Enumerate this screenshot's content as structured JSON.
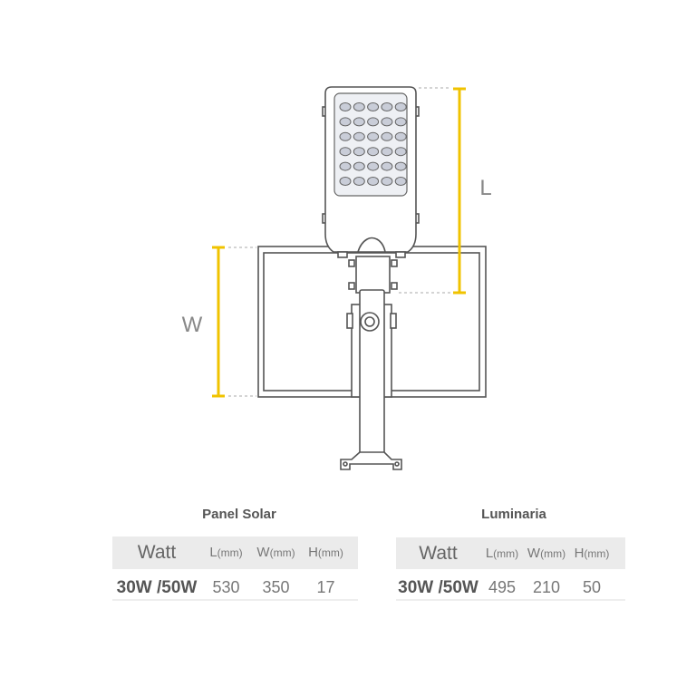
{
  "diagram": {
    "labels": {
      "length": "L",
      "width": "W"
    },
    "colors": {
      "dimension_line": "#f0c300",
      "outline": "#555555",
      "extension_line": "#bbbbbb",
      "led": "#c9cdd8"
    }
  },
  "tables": [
    {
      "title": "Panel Solar",
      "headers": [
        {
          "text": "Watt"
        },
        {
          "letter": "L",
          "unit": "(mm)"
        },
        {
          "letter": "W",
          "unit": "(mm)"
        },
        {
          "letter": "H",
          "unit": "(mm)"
        }
      ],
      "rows": [
        [
          "30W /50W",
          "530",
          "350",
          "17"
        ]
      ]
    },
    {
      "title": "Luminaria",
      "headers": [
        {
          "text": "Watt"
        },
        {
          "letter": "L",
          "unit": "(mm)"
        },
        {
          "letter": "W",
          "unit": "(mm)"
        },
        {
          "letter": "H",
          "unit": "(mm)"
        }
      ],
      "rows": [
        [
          "30W /50W",
          "495",
          "210",
          "50"
        ]
      ]
    }
  ]
}
